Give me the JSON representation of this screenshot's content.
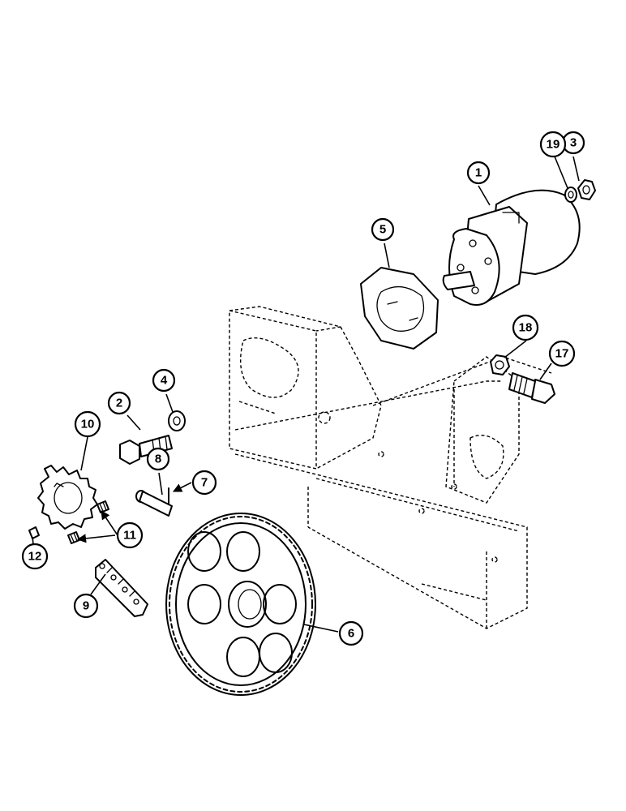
{
  "callouts": {
    "c1": "1",
    "c2": "2",
    "c3": "3",
    "c4": "4",
    "c5": "5",
    "c6": "6",
    "c7": "7",
    "c8": "8",
    "c9": "9",
    "c10": "10",
    "c11": "11",
    "c12": "12",
    "c17": "17",
    "c18": "18",
    "c19": "19"
  }
}
